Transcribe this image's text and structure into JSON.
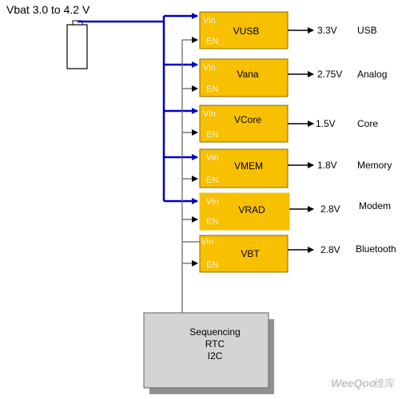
{
  "battery": {
    "label": "Vbat 3.0 to 4.2 V"
  },
  "regulators": [
    {
      "name": "VUSB",
      "vin": "Vin",
      "en": "EN",
      "voltage": "3.3V",
      "domain": "USB"
    },
    {
      "name": "Vana",
      "vin": "Vin",
      "en": "EN",
      "voltage": "2.75V",
      "domain": "Analog"
    },
    {
      "name": "VCore",
      "vin": "Vin",
      "en": "EN",
      "voltage": "1.5V",
      "domain": "Core"
    },
    {
      "name": "VMEM",
      "vin": "Vin",
      "en": "EN",
      "voltage": "1.8V",
      "domain": "Memory"
    },
    {
      "name": "VRAD",
      "vin": "Vin",
      "en": "EN",
      "voltage": "2.8V",
      "domain": "Modem"
    },
    {
      "name": "VBT",
      "vin": "Vin",
      "en": "EN",
      "voltage": "2.8V",
      "domain": "Bluetooth"
    }
  ],
  "controller": {
    "line1": "Sequencing",
    "line2": "RTC",
    "line3": "I2C"
  },
  "watermark": {
    "text": "WeeQoo",
    "cn": "维库"
  },
  "colors": {
    "block_fill": "#f7c000",
    "block_border": "#8a6a00",
    "vbat_wire": "#0000c0",
    "pin_text": "#f2f2f2",
    "controller_fill": "#d4d4d4"
  }
}
